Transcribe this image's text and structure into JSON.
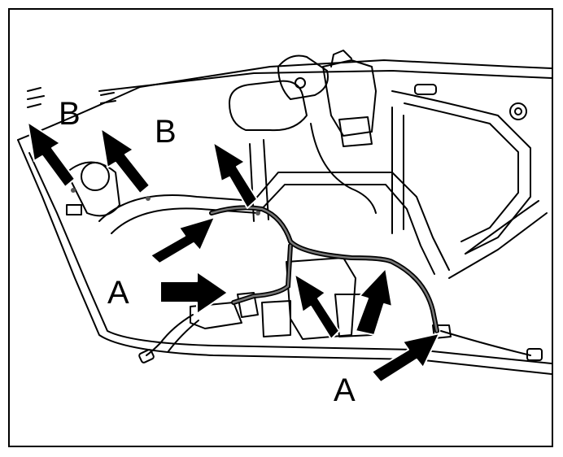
{
  "labels": {
    "a1": "A",
    "a2": "A",
    "b1": "B",
    "b2": "B"
  },
  "colors": {
    "ink": "#000000",
    "paper": "#ffffff",
    "harness": "#555555"
  }
}
